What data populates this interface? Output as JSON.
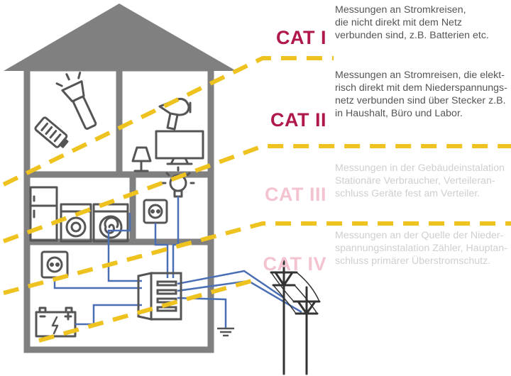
{
  "colors": {
    "house": "#808080",
    "dash": "#eec21f",
    "wire": "#4a6fb5",
    "cat_active": "#b0174a",
    "cat_faded": "#f3c3d0",
    "text_active": "#555555",
    "text_faded": "#cfcfcf"
  },
  "categories": [
    {
      "label": "CAT I",
      "state": "active",
      "lines": [
        "Messungen an Stromkreisen,",
        "die nicht direkt mit dem Netz",
        "verbunden sind, z.B. Batterien etc."
      ]
    },
    {
      "label": "CAT II",
      "state": "active",
      "lines": [
        "Messungen an Stromreisen, die elekt-",
        "risch direkt mit dem Niederspannungs-",
        "netz verbunden sind über Stecker z.B.",
        "in Haushalt, Büro und Labor."
      ]
    },
    {
      "label": "CAT III",
      "state": "faded",
      "lines": [
        "Messungen in der Gebäudeinstalation",
        "Stationäre Verbraucher, Verteileran-",
        "schluss Geräte fest am Verteiler."
      ]
    },
    {
      "label": "CAT IV",
      "state": "faded",
      "lines": [
        "Messungen an der Quelle der Nieder-",
        "spannungsinstalation Zähler, Hauptan-",
        "schluss primärer Überstromschutz."
      ]
    }
  ],
  "icons": [
    "house-icon",
    "flashlight-icon",
    "battery-icon",
    "hairdryer-icon",
    "tv-icon",
    "lamp-icon",
    "lightbulb-icon",
    "fridge-icon",
    "washing-machine-icon",
    "dryer-icon",
    "socket-icon",
    "distribution-board-icon",
    "car-battery-icon",
    "ground-icon",
    "power-pole-icon"
  ]
}
